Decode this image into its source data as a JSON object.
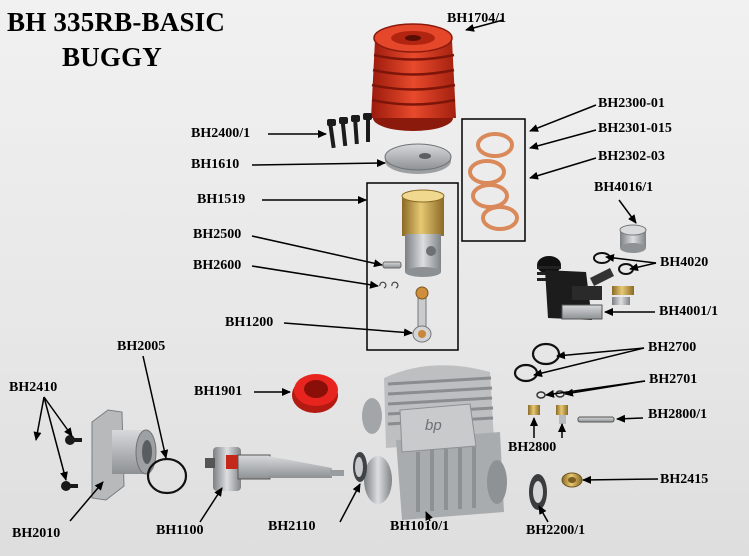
{
  "title": {
    "line1": "BH 335RB-BASIC",
    "line2": "BUGGY"
  },
  "parts": {
    "bh1704_1": "BH1704/1",
    "bh2300_01": "BH2300-01",
    "bh2301_015": "BH2301-015",
    "bh2302_03": "BH2302-03",
    "bh4016_1": "BH4016/1",
    "bh4020": "BH4020",
    "bh4001_1": "BH4001/1",
    "bh2700": "BH2700",
    "bh2701": "BH2701",
    "bh2800_1": "BH2800/1",
    "bh2800": "BH2800",
    "bh2415": "BH2415",
    "bh2200_1": "BH2200/1",
    "bh1010_1": "BH1010/1",
    "bh2110": "BH2110",
    "bh1100": "BH1100",
    "bh2010": "BH2010",
    "bh2410": "BH2410",
    "bh2005": "BH2005",
    "bh1901": "BH1901",
    "bh2400_1": "BH2400/1",
    "bh1610": "BH1610",
    "bh1519": "BH1519",
    "bh2500": "BH2500",
    "bh2600": "BH2600",
    "bh1200": "BH1200"
  },
  "colors": {
    "heatsink": "#d8301c",
    "gasket": "#d9895a",
    "liner": "#c9a24a",
    "crankcase": "#a9acaf",
    "carb_body": "#1c1c1c",
    "air_filter_adapter": "#e8241f"
  },
  "engine_logo": "bp"
}
